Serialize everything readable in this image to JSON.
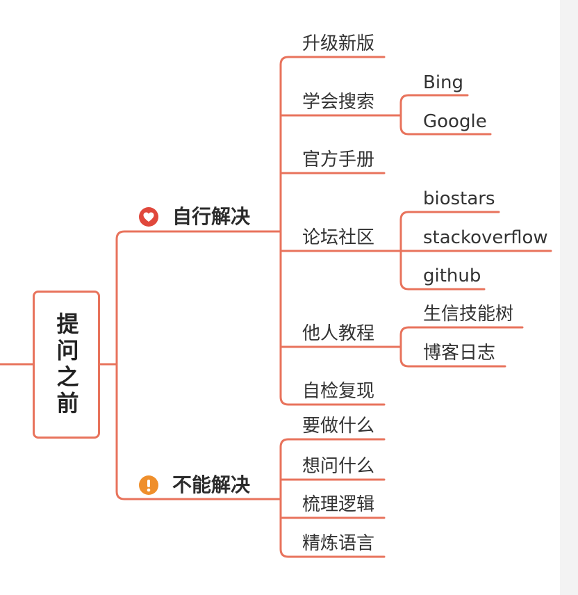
{
  "root": {
    "label": "提问之前"
  },
  "branch_solve": {
    "label": "自行解决",
    "icon": "heart-icon",
    "color": "#e0483c",
    "children": [
      {
        "label": "升级新版"
      },
      {
        "label": "学会搜索",
        "children": [
          "Bing",
          "Google"
        ]
      },
      {
        "label": "官方手册"
      },
      {
        "label": "论坛社区",
        "children": [
          "biostars",
          "stackoverflow",
          "github"
        ]
      },
      {
        "label": "他人教程",
        "children": [
          "生信技能树",
          "博客日志"
        ]
      },
      {
        "label": "自检复现"
      }
    ]
  },
  "branch_unsolved": {
    "label": "不能解决",
    "icon": "exclamation-icon",
    "color": "#ef8f2c",
    "children": [
      {
        "label": "要做什么"
      },
      {
        "label": "想问什么"
      },
      {
        "label": "梳理逻辑"
      },
      {
        "label": "精炼语言"
      }
    ]
  },
  "line_color": "#e8735c"
}
